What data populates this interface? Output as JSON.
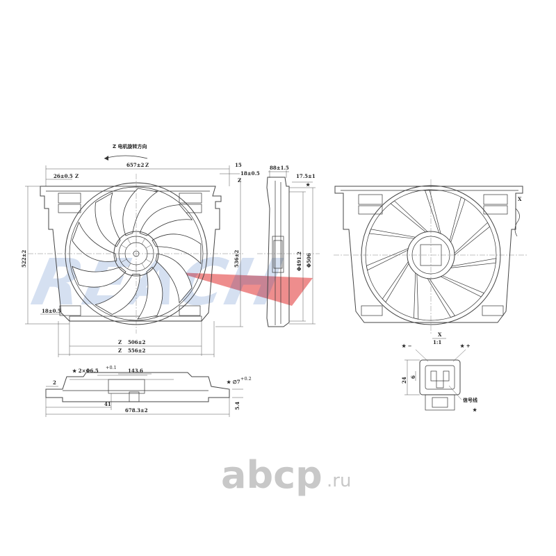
{
  "watermark_text": "REACH",
  "site_logo": {
    "name": "abcp",
    "domain": ".ru",
    "color": "#c8c8c8"
  },
  "front_view": {
    "rotation_label": "Z 电机旋转方向",
    "dims": {
      "width_top": "657±2",
      "z_top": "Z",
      "left_offset": "26±0.5",
      "right_step": "15",
      "right_offset": "18±0.5",
      "z_right": "Z",
      "height_left": "522±2",
      "height_right": "536±2",
      "bottom_left": "18±0.5",
      "bottom_inner": "506±2",
      "bottom_outer": "556±2",
      "z_bottom_inner": "Z",
      "z_bottom_outer": "Z"
    }
  },
  "side_view": {
    "dims": {
      "depth_top": "88±1.5",
      "depth_right": "17.5±1",
      "star": "★",
      "fan_dia": "Φ491.2",
      "shroud_dia": "Φ506"
    }
  },
  "bottom_view": {
    "dims": {
      "holes": "★ 2×Φ6.5",
      "hole_tol": "+0.1",
      "spacing": "143.6",
      "angle": "★ ∅7",
      "angle_tol": "+0.2",
      "left_small": "2",
      "left_41": "41",
      "overall": "678.3±2",
      "right_height": "5.4"
    }
  },
  "rear_view": {
    "dims": {
      "x_label": "X"
    }
  },
  "connector_detail": {
    "title": "X",
    "scale": "1:1",
    "neg": "★ −",
    "pos": "★ +",
    "height": "24",
    "pin_h": "6",
    "signal": "信号线",
    "star": "★"
  }
}
